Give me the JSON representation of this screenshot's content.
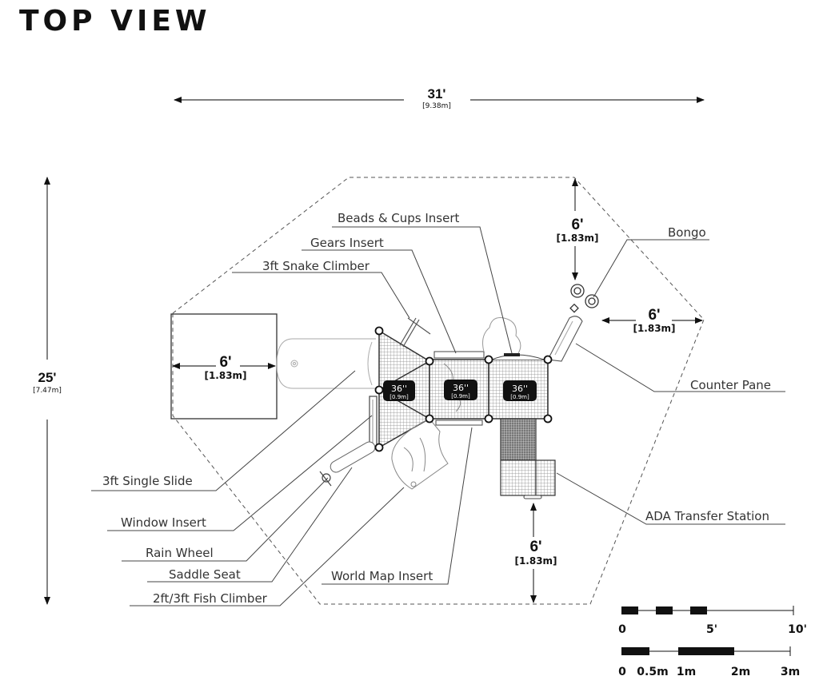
{
  "title": "TOP VIEW",
  "dimensions": {
    "overall_width": {
      "imperial": "31'",
      "metric": "[9.38m]"
    },
    "overall_depth": {
      "imperial": "25'",
      "metric": "[7.47m]"
    },
    "slide_runout": {
      "imperial": "6'",
      "metric": "[1.83m]"
    },
    "top_clearance": {
      "imperial": "6'",
      "metric": "[1.83m]"
    },
    "right_clearance": {
      "imperial": "6'",
      "metric": "[1.83m]"
    },
    "bottom_clearance": {
      "imperial": "6'",
      "metric": "[1.83m]"
    }
  },
  "deck_heights": [
    {
      "imperial": "36''",
      "metric": "[0.9m]"
    },
    {
      "imperial": "36''",
      "metric": "[0.9m]"
    },
    {
      "imperial": "36''",
      "metric": "[0.9m]"
    }
  ],
  "callouts": {
    "beads_cups": "Beads & Cups Insert",
    "gears": "Gears Insert",
    "snake_climber": "3ft Snake Climber",
    "bongo": "Bongo",
    "counter_pane": "Counter Pane",
    "single_slide": "3ft Single Slide",
    "window_insert": "Window Insert",
    "rain_wheel": "Rain Wheel",
    "saddle_seat": "Saddle Seat",
    "fish_climber": "2ft/3ft Fish Climber",
    "world_map": "World Map Insert",
    "ada_transfer": "ADA Transfer Station"
  },
  "scale_bar": {
    "imperial": {
      "ticks": [
        "0",
        "5'",
        "10'"
      ]
    },
    "metric": {
      "ticks": [
        "0",
        "0.5m",
        "1m",
        "2m",
        "3m"
      ]
    }
  }
}
